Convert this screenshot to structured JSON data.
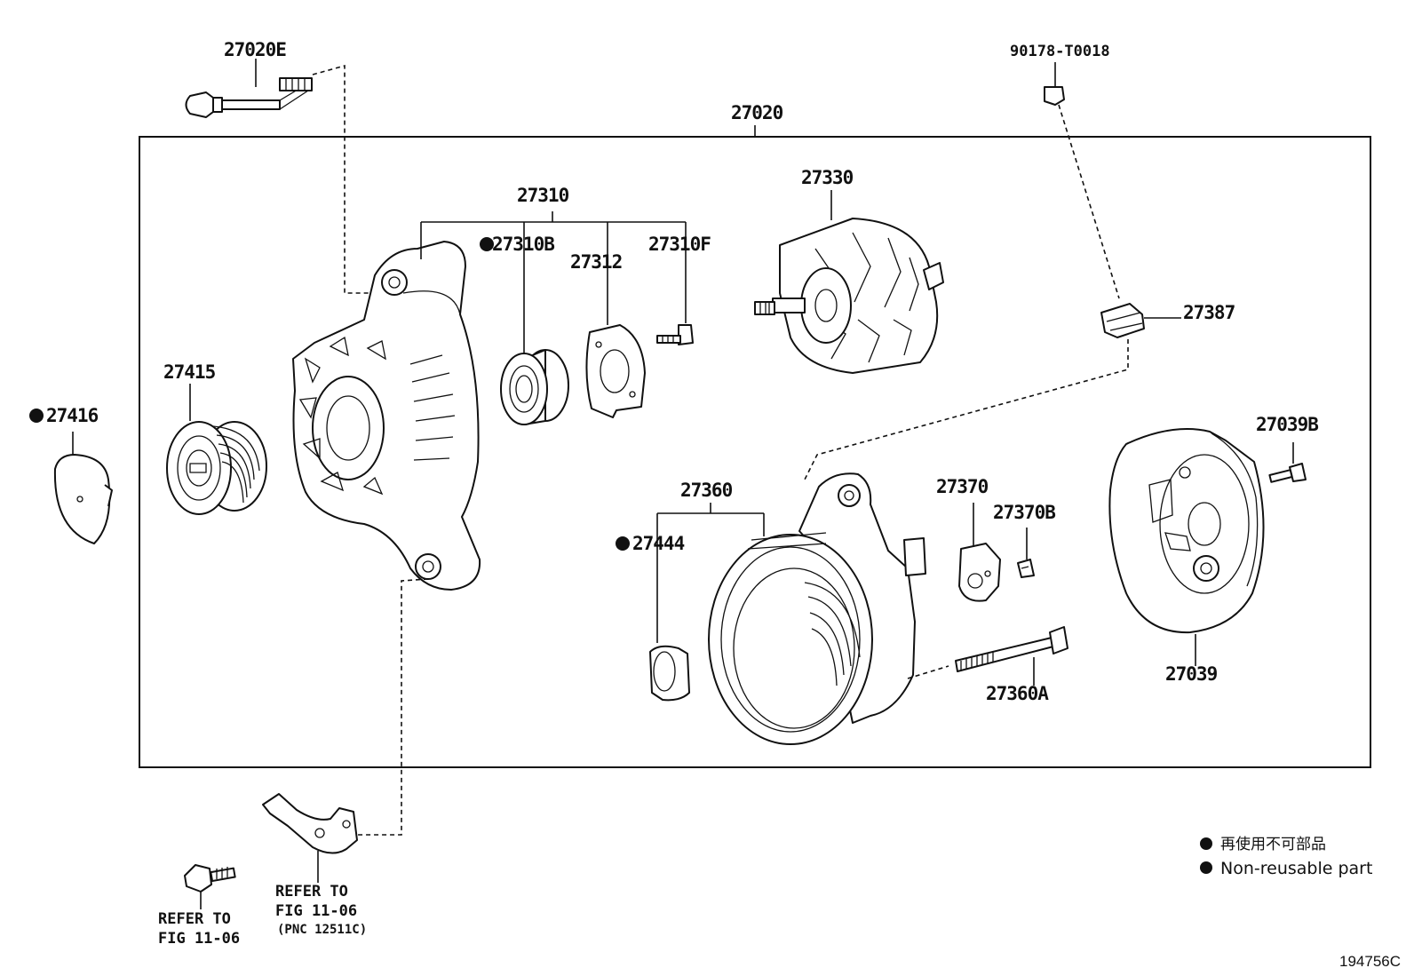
{
  "labels": {
    "p27020E": "27020E",
    "p90178": "90178-T0018",
    "p27020": "27020",
    "p27310": "27310",
    "p27330": "27330",
    "p27310B": "27310B",
    "p27312": "27312",
    "p27310F": "27310F",
    "p27387": "27387",
    "p27415": "27415",
    "p27416": "27416",
    "p27360": "27360",
    "p27444": "27444",
    "p27370": "27370",
    "p27370B": "27370B",
    "p27039B": "27039B",
    "p27039": "27039",
    "p27360A": "27360A"
  },
  "refer_left": {
    "line1": "REFER TO",
    "line2": "FIG 11-06"
  },
  "refer_right": {
    "line1": "REFER TO",
    "line2": "FIG 11-06",
    "line3": "(PNC 12511C)"
  },
  "legend": {
    "jp": "再使用不可部品",
    "en": "Non-reusable part"
  },
  "figure_code": "194756C"
}
